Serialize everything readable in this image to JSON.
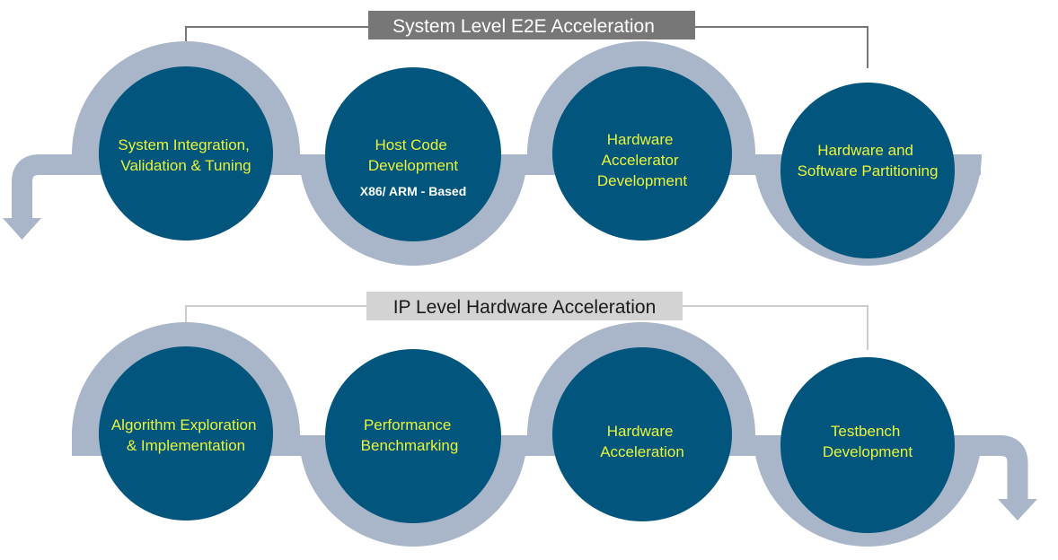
{
  "colors": {
    "circle": "#02557c",
    "band": "#a9b5c8",
    "step_text": "#eaf53a",
    "sub_text": "#ffffff",
    "top_label_bg": "#777777",
    "top_label_text": "#ffffff",
    "bottom_label_bg": "#d3d3d3",
    "bottom_label_text": "#1a1a1a"
  },
  "system_level": {
    "title": "System Level E2E Acceleration",
    "steps": [
      {
        "lines": [
          "System Integration,",
          "Validation & Tuning"
        ]
      },
      {
        "lines": [
          "Host Code",
          "Development"
        ],
        "sub": "X86/ ARM - Based"
      },
      {
        "lines": [
          "Hardware",
          "Accelerator",
          "Development"
        ]
      },
      {
        "lines": [
          "Hardware and",
          "Software Partitioning"
        ]
      }
    ]
  },
  "ip_level": {
    "title": "IP Level Hardware Acceleration",
    "steps": [
      {
        "lines": [
          "Algorithm Exploration",
          "& Implementation"
        ]
      },
      {
        "lines": [
          "Performance",
          "Benchmarking"
        ]
      },
      {
        "lines": [
          "Hardware",
          "Acceleration"
        ]
      },
      {
        "lines": [
          "Testbench",
          "Development"
        ]
      }
    ]
  }
}
